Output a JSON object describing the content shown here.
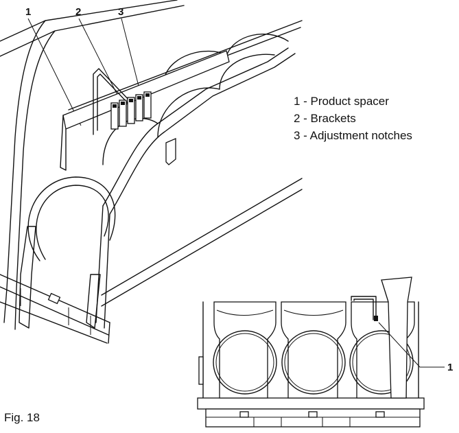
{
  "figure": {
    "callouts_top": [
      "1",
      "2",
      "3"
    ],
    "legend": [
      "1 - Product spacer",
      "2 - Brackets",
      "3 - Adjustment notches"
    ],
    "callout_right": "1",
    "caption": "Fig. 18"
  }
}
